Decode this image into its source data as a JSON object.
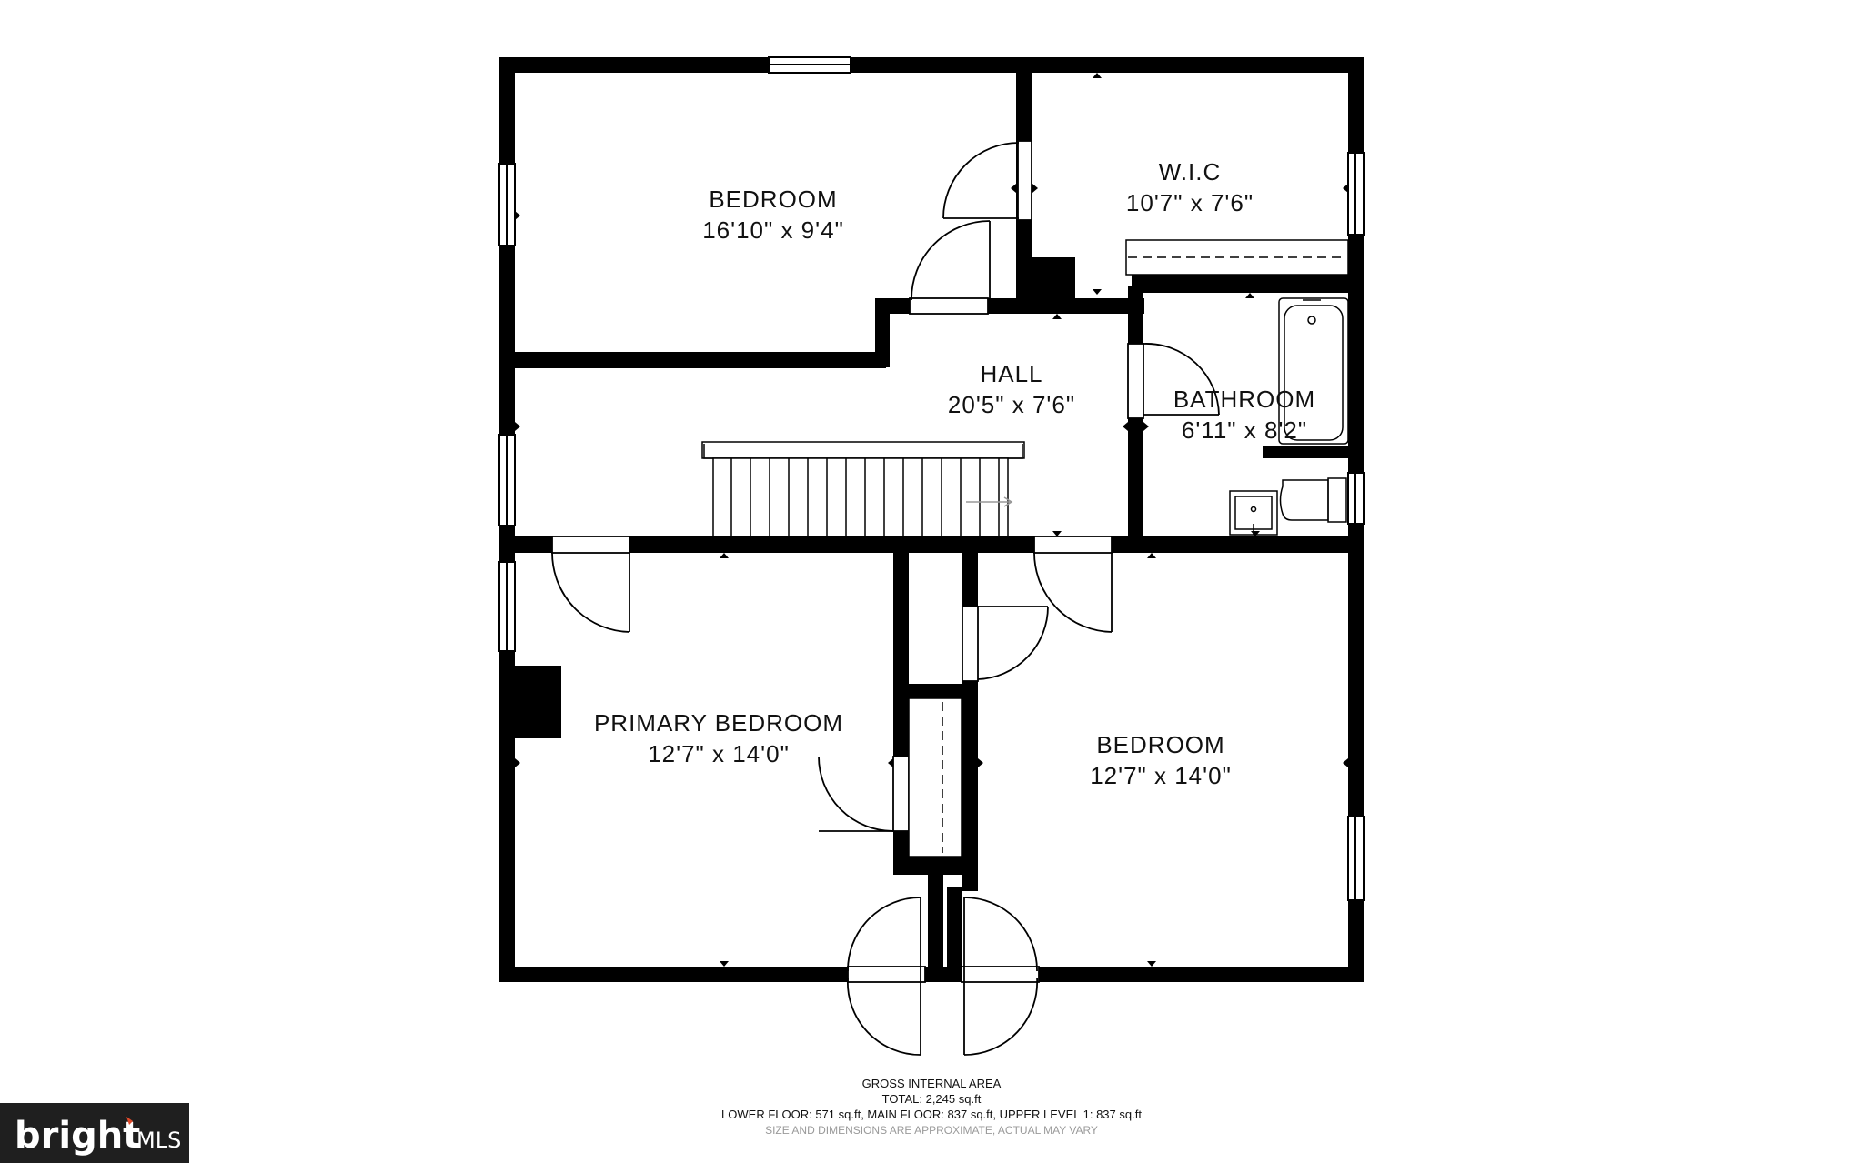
{
  "rooms": {
    "bedroom_top": {
      "name": "BEDROOM",
      "dims": "16'10\" x 9'4\""
    },
    "wic": {
      "name": "W.I.C",
      "dims": "10'7\" x 7'6\""
    },
    "hall": {
      "name": "HALL",
      "dims": "20'5\" x 7'6\""
    },
    "bathroom": {
      "name": "BATHROOM",
      "dims": "6'11\" x 8'2\""
    },
    "primary_bedroom": {
      "name": "PRIMARY BEDROOM",
      "dims": "12'7\" x 14'0\""
    },
    "bedroom_right": {
      "name": "BEDROOM",
      "dims": "12'7\" x 14'0\""
    }
  },
  "area_summary": {
    "heading": "GROSS INTERNAL AREA",
    "total": "TOTAL: 2,245 sq.ft",
    "breakdown": "LOWER FLOOR: 571 sq.ft, MAIN FLOOR: 837 sq.ft, UPPER LEVEL 1: 837 sq.ft",
    "disclaimer": "SIZE AND DIMENSIONS ARE APPROXIMATE, ACTUAL MAY VARY"
  },
  "logo": {
    "text": "bright MLS",
    "icon": "bright-mls-logo-icon"
  },
  "colors": {
    "wall": "#000000",
    "background": "#ffffff",
    "logo_bg": "#1f1f1f",
    "disclaimer": "#9a9a9a",
    "accent": "#e04a2a"
  }
}
